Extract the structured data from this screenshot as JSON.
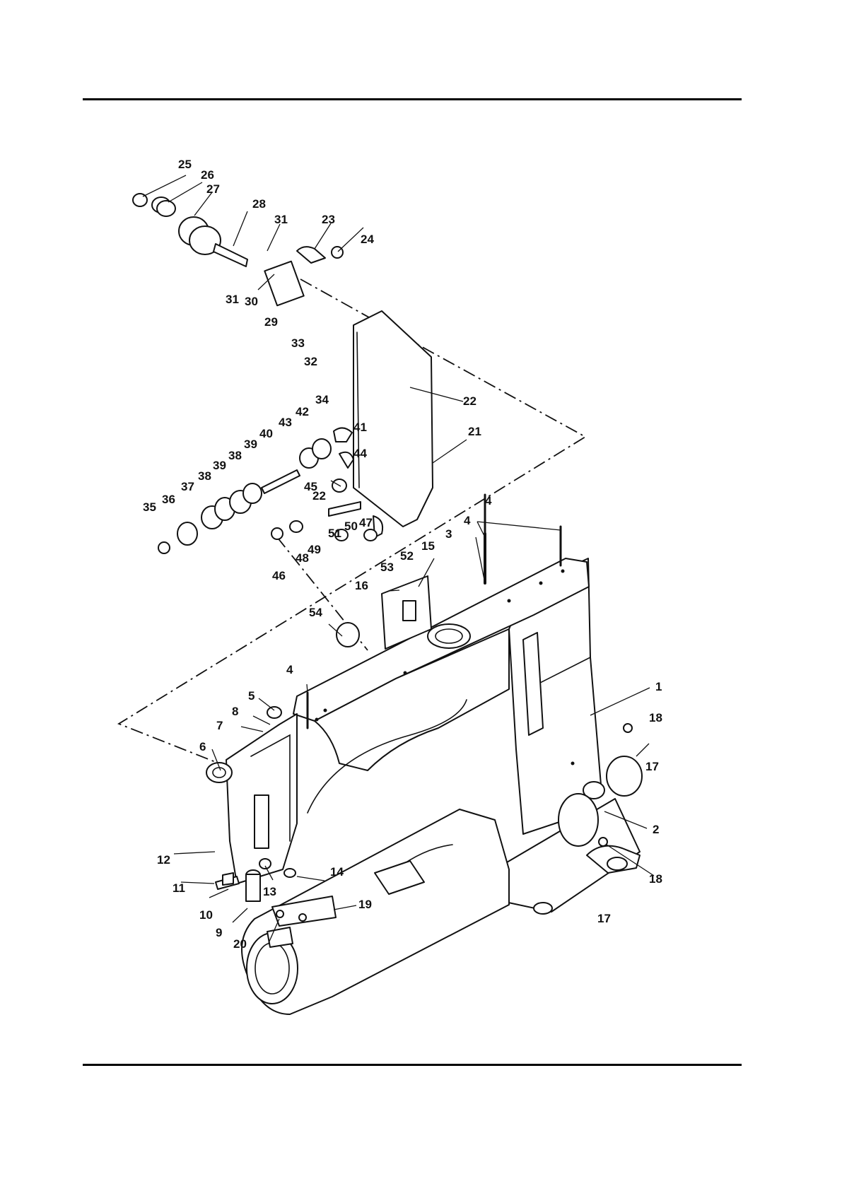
{
  "diagram": {
    "labels": [
      "1",
      "2",
      "3",
      "4",
      "4",
      "4",
      "5",
      "6",
      "7",
      "8",
      "9",
      "10",
      "11",
      "12",
      "13",
      "14",
      "15",
      "16",
      "17",
      "17",
      "18",
      "18",
      "19",
      "20",
      "21",
      "22",
      "22",
      "23",
      "24",
      "25",
      "26",
      "27",
      "28",
      "29",
      "30",
      "31",
      "31",
      "32",
      "33",
      "34",
      "35",
      "36",
      "37",
      "38",
      "38",
      "39",
      "39",
      "40",
      "41",
      "42",
      "43",
      "44",
      "45",
      "46",
      "47",
      "48",
      "49",
      "50",
      "51",
      "52",
      "53",
      "54"
    ]
  }
}
